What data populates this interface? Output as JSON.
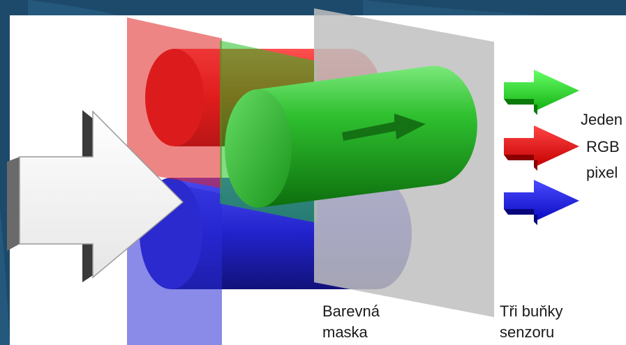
{
  "labels": {
    "mask_line1": "Barevná",
    "mask_line2": "maska",
    "sensor_line1": "Tři buňky",
    "sensor_line2": "senzoru",
    "pixel_line1": "Jeden",
    "pixel_line2": "RGB",
    "pixel_line3": "pixel"
  },
  "colors": {
    "frame": "#1d4a6b",
    "red": "#e02020",
    "green": "#22c022",
    "blue": "#2a2ad6",
    "sensor": "#bdbdbd"
  },
  "icons": [
    "white-input-arrow-icon",
    "green-output-arrow-icon",
    "red-output-arrow-icon",
    "blue-output-arrow-icon",
    "direction-arrow-icon"
  ]
}
